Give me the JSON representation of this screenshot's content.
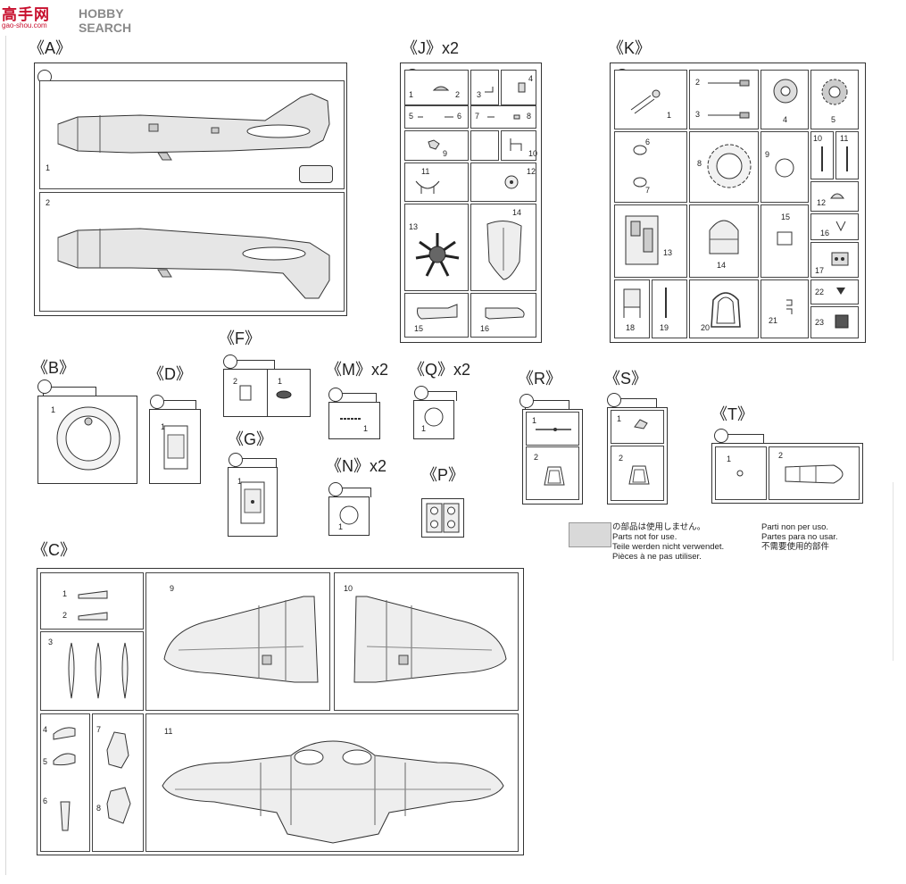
{
  "watermark": {
    "cn": "高手网",
    "en": "HOBBY SEARCH",
    "url": "gao-shou.com"
  },
  "groups": {
    "A": {
      "label": "《A》",
      "parts": [
        "1",
        "2"
      ]
    },
    "J": {
      "label": "《J》",
      "mult": "x2",
      "parts": [
        "1",
        "2",
        "3",
        "4",
        "5",
        "6",
        "7",
        "8",
        "9",
        "10",
        "11",
        "12",
        "13",
        "14",
        "15",
        "16"
      ]
    },
    "K": {
      "label": "《K》",
      "parts": [
        "1",
        "2",
        "3",
        "4",
        "5",
        "6",
        "7",
        "8",
        "9",
        "10",
        "11",
        "12",
        "13",
        "14",
        "15",
        "16",
        "17",
        "18",
        "19",
        "20",
        "21",
        "22",
        "23"
      ]
    },
    "B": {
      "label": "《B》",
      "parts": [
        "1"
      ]
    },
    "D": {
      "label": "《D》",
      "parts": [
        "1"
      ]
    },
    "F": {
      "label": "《F》",
      "parts": [
        "2",
        "1"
      ]
    },
    "G": {
      "label": "《G》",
      "parts": [
        "1"
      ]
    },
    "M": {
      "label": "《M》",
      "mult": "x2",
      "parts": [
        "1"
      ]
    },
    "N": {
      "label": "《N》",
      "mult": "x2",
      "parts": [
        "1"
      ]
    },
    "Q": {
      "label": "《Q》",
      "mult": "x2",
      "parts": [
        "1"
      ]
    },
    "P": {
      "label": "《P》"
    },
    "R": {
      "label": "《R》",
      "parts": [
        "1",
        "2"
      ]
    },
    "S": {
      "label": "《S》",
      "parts": [
        "1",
        "2"
      ]
    },
    "T": {
      "label": "《T》",
      "parts": [
        "1",
        "2"
      ]
    },
    "C": {
      "label": "《C》",
      "parts": [
        "1",
        "2",
        "3",
        "4",
        "5",
        "6",
        "7",
        "8",
        "9",
        "10",
        "11"
      ]
    }
  },
  "legend": {
    "swatch_color": "#d9d9d9",
    "lines_left": [
      "の部品は使用しません。",
      "Parts not for use.",
      "Teile werden nicht verwendet.",
      "Pièces à ne pas utiliser."
    ],
    "lines_right": [
      "Parti non per uso.",
      "Partes para no usar.",
      "不需要使用的部件"
    ]
  }
}
